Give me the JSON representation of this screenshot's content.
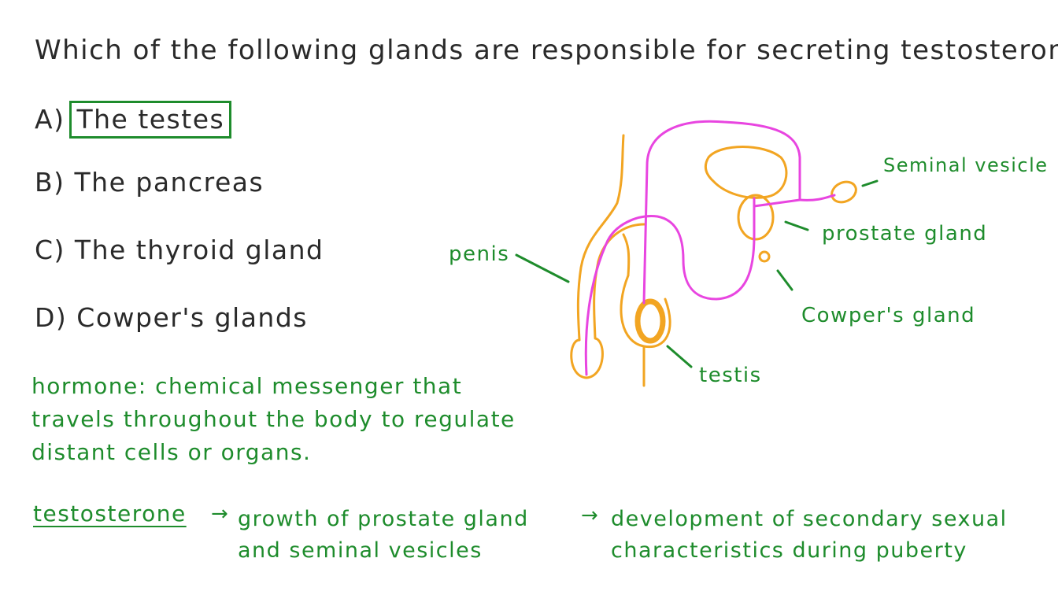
{
  "question": "Which of the following glands are responsible for secreting testosterone?",
  "options": [
    {
      "letter": "A)",
      "text": "The testes",
      "selected": true
    },
    {
      "letter": "B)",
      "text": "The pancreas",
      "selected": false
    },
    {
      "letter": "C)",
      "text": "The thyroid gland",
      "selected": false
    },
    {
      "letter": "D)",
      "text": "Cowper's glands",
      "selected": false
    }
  ],
  "definition": "hormone: chemical messenger that travels throughout the body to regulate distant cells or organs.",
  "testosterone_note": {
    "term": "testosterone",
    "arrow": "→",
    "effect1": "growth of prostate gland and seminal vesicles",
    "effect2": "development of secondary sexual characteristics during puberty"
  },
  "diagram": {
    "labels": {
      "seminal_vesicle": "Seminal vesicle",
      "prostate_gland": "prostate gland",
      "penis": "penis",
      "cowpers_gland": "Cowper's gland",
      "testis": "testis"
    }
  },
  "colors": {
    "ink": "#2a2a2a",
    "annotation_green": "#1e8c2c",
    "organ_orange": "#f2a522",
    "duct_magenta": "#e845e0"
  }
}
